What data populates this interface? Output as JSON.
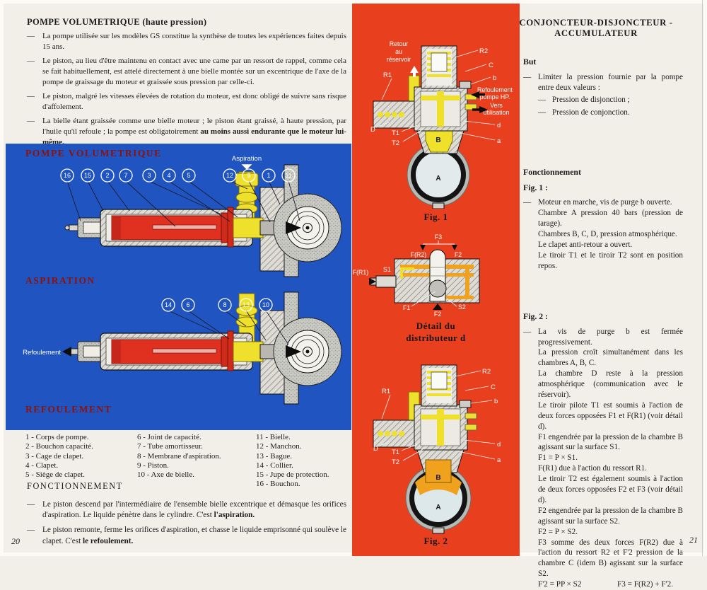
{
  "colors": {
    "blue_panel": "#2054c0",
    "red_column": "#e8401e",
    "panel_title_red": "#8e1209",
    "paper": "#f2efe8",
    "diagram_red": "#e0301f",
    "diagram_yellow": "#efe02b",
    "diagram_orange": "#f0a21e"
  },
  "page_left": {
    "heading": "POMPE VOLUMETRIQUE (haute pression)",
    "marker": "—",
    "intro": [
      {
        "text": "La pompe utilisée sur les modèles GS constitue la synthèse de toutes les expériences faites depuis 15 ans.",
        "bold": ""
      },
      {
        "text": "Le piston, au lieu d'être maintenu en contact avec une came par un ressort de rappel, comme cela se fait habituellement, est attelé directement à une bielle montée sur un excentrique de l'axe de la pompe de graissage du moteur et graissée sous pression par celle-ci.",
        "bold": ""
      },
      {
        "text": "Le piston, malgré les vitesses élevées de rotation du moteur, est donc obligé de suivre sans risque d'affolement.",
        "bold": ""
      },
      {
        "text": "La bielle étant graissée comme une bielle moteur ; le piston étant graissé, à haute pression, par l'huile qu'il refoule ; la pompe est obligatoirement",
        "bold": "au moins aussi endurante que le moteur lui-même."
      }
    ],
    "panel": {
      "title": "POMPE VOLUMETRIQUE",
      "aspiration_flow_label": "Aspiration",
      "refoulement_flow_label": "Refoulement",
      "section_aspiration": "ASPIRATION",
      "section_refoulement": "REFOULEMENT",
      "callouts_top": [
        "16",
        "15",
        "2",
        "7",
        "3",
        "4",
        "5",
        "12",
        "9",
        "1",
        "11"
      ],
      "callouts_bottom": [
        "14",
        "6",
        "8",
        "13",
        "10"
      ]
    },
    "parts": [
      "1 - Corps de pompe.",
      "2 - Bouchon capacité.",
      "3 - Cage de clapet.",
      "4 - Clapet.",
      "5 - Siège de clapet.",
      "6 - Joint de capacité.",
      "7 - Tube amortisseur.",
      "8 - Membrane d'aspiration.",
      "9 - Piston.",
      "10 - Axe de bielle.",
      "11 - Bielle.",
      "12 - Manchon.",
      "13 - Bague.",
      "14 - Collier.",
      "15 - Jupe de protection.",
      "16 - Bouchon."
    ],
    "fonctionnement_heading": "FONCTIONNEMENT",
    "fonctionnement": [
      {
        "text": "Le piston descend par l'intermédiaire de l'ensemble bielle excentrique et démasque les orifices d'aspiration. Le liquide pénètre dans le cylindre. C'est",
        "bold": "l'aspiration."
      },
      {
        "text": "Le piston remonte, ferme les orifices d'aspiration, et chasse le liquide emprisonné qui soulève le clapet. C'est",
        "bold": "le refoulement."
      }
    ],
    "page_number": "20"
  },
  "figures": {
    "fig1": {
      "caption": "Fig. 1",
      "retour_line1": "Retour",
      "retour_line2": "au",
      "retour_line3": "réservoir",
      "refoulement_line1": "Refoulement",
      "refoulement_line2": "pompe HP.",
      "vers_line1": "Vers",
      "vers_line2": "utilisation",
      "r1": "R1",
      "r2": "R2",
      "c": "C",
      "b": "b",
      "d_cham": "D",
      "t1": "T1",
      "t2": "T2",
      "d": "d",
      "a": "a",
      "cham_b": "B",
      "cham_a": "A"
    },
    "detail": {
      "caption_line1": "Détail du",
      "caption_line2": "distributeur d",
      "f3": "F3",
      "fr2": "F(R2)",
      "f2": "F2",
      "fr1": "F(R1)",
      "s1": "S1",
      "f1": "F1",
      "s2": "S2",
      "f2b": "F2"
    },
    "fig2": {
      "caption": "Fig. 2",
      "r1": "R1",
      "r2": "R2",
      "c": "C",
      "b": "b",
      "d_cham": "D",
      "t1": "T1",
      "t2": "T2",
      "d": "d",
      "a": "a",
      "cham_b": "B",
      "cham_a": "A"
    }
  },
  "page_right": {
    "heading": "CONJONCTEUR-DISJONCTEUR - ACCUMULATEUR",
    "marker": "—",
    "but_heading": "But",
    "but_text": "Limiter la pression fournie par la pompe entre deux valeurs :",
    "but_items": [
      "Pression de disjonction ;",
      "Pression de conjonction."
    ],
    "fonctionnement_heading": "Fonctionnement",
    "fig1_heading": "Fig. 1 :",
    "fig1_lines": [
      "Moteur en marche, vis de purge b ouverte.",
      "Chambre A pression 40 bars (pression de tarage).",
      "Chambres B, C, D, pression atmosphérique.",
      "Le clapet anti-retour a ouvert.",
      "Le tiroir T1 et le tiroir T2 sont en position repos."
    ],
    "fig2_heading": "Fig. 2 :",
    "fig2_lines": [
      "La vis de purge b est fermée progressivement.",
      "La pression croît simultanément dans les chambres A, B, C.",
      "La chambre D reste à la pression atmosphérique (communication avec le réservoir).",
      "Le tiroir pilote T1 est soumis à l'action de deux forces opposées F1 et F(R1) (voir détail d).",
      "F1 engendrée par la pression de la chambre B agissant sur la surface S1.",
      "F1 = P × S1.",
      "F(R1) due à l'action du ressort R1.",
      "Le tiroir T2 est également soumis à l'action de deux forces opposées F2 et F3 (voir détail d).",
      "F2 engendrée par la pression de la chambre B agissant sur la surface S2.",
      "F2 = P × S2.",
      "F3 somme des deux forces F(R2) due à l'action du ressort R2 et F'2 pression de la chambre C (idem B) agissant sur la surface S2."
    ],
    "fig2_formula_left": "F'2 = PP × S2",
    "fig2_formula_right": "F3 = F(R2) + F'2.",
    "page_number": "21"
  }
}
